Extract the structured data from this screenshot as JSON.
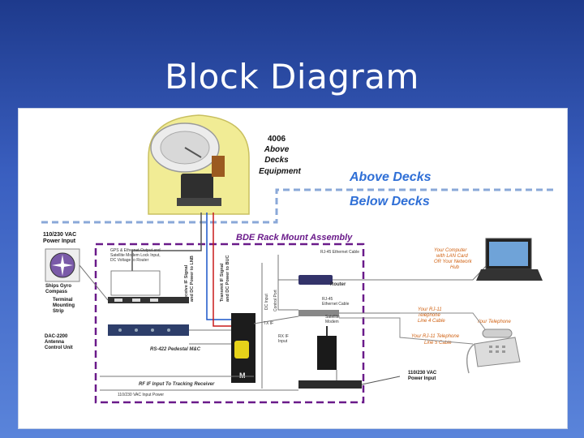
{
  "slide": {
    "title": "Block Diagram"
  },
  "diagram": {
    "equipment_label": [
      "4006",
      "Above",
      "Decks",
      "Equipment"
    ],
    "above_decks": "Above Decks",
    "below_decks": "Below Decks",
    "power_input_left": [
      "110/230 VAC",
      "Power Input"
    ],
    "rack_title": "BDE Rack Mount Assembly",
    "gps_note": [
      "GPS & Ethernet Output and",
      "Satellite Modem Lock Input,",
      "DC Voltage to Router"
    ],
    "vert_label_1": [
      "Receive IF Signal",
      "and DC Power to LNB"
    ],
    "vert_label_2": [
      "Transmit IF Signal",
      "and DC Power to BUC"
    ],
    "dc_input": "DC Input",
    "control_port": "Control Port",
    "rj45_ethernet": "RJ-45 Ethernet Cable",
    "router": "Router",
    "rj45_cable_2": [
      "RJ-45",
      "Ethernet Cable"
    ],
    "satellite_modem": [
      "Satellite",
      "Modem"
    ],
    "tx_if": "TX IF",
    "rx_if_input": [
      "RX IF",
      "Input"
    ],
    "ship_gyro": [
      "Ships Gyro",
      "Compass"
    ],
    "terminal_strip": [
      "Terminal",
      "Mounting",
      "Strip"
    ],
    "dac_unit": [
      "DAC-2200",
      "Antenna",
      "Control Unit"
    ],
    "rs422": "RS-422 Pedestal M&C",
    "rf_if_tracking": "RF IF Input To Tracking Receiver",
    "dac_power": "110/230 VAC Input Power",
    "power_input_right": [
      "110/230 VAC",
      "Power Input"
    ],
    "computer_label": [
      "Your Computer",
      "with LAN Card",
      "OR Your Network",
      "Hub"
    ],
    "rj11_line1": [
      "Your RJ-11",
      "Telephone",
      "Line 4 Cable"
    ],
    "rj11_line2": [
      "Your RJ-11 Telephone",
      "Line 5 Cable"
    ],
    "telephone_label": "Your Telephone",
    "colors": {
      "above_below": "#2f6fd6",
      "rack_dashed": "#6a1a8a",
      "orange_note": "#d06010"
    }
  }
}
